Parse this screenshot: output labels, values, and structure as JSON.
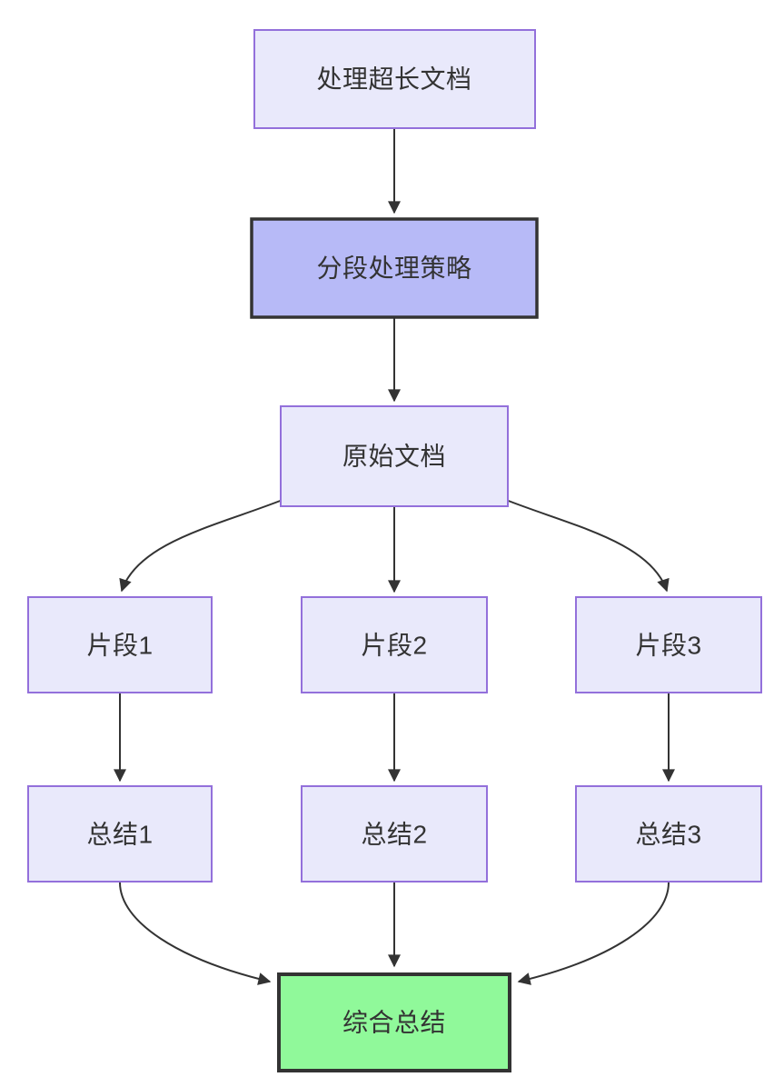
{
  "diagram": {
    "type": "flowchart",
    "direction": "top-down",
    "background_color": "#ffffff",
    "colors": {
      "default_node_fill": "#E9E9FB",
      "default_node_border": "#9370DB",
      "strategy_node_fill": "#B7BAF7",
      "strategy_node_border": "#333333",
      "result_node_fill": "#90F99A",
      "result_node_border": "#333333",
      "edge_color": "#333333",
      "text_color": "#333333"
    },
    "nodes": {
      "doc": {
        "label": "处理超长文档",
        "style": "default"
      },
      "strategy": {
        "label": "分段处理策略",
        "style": "highlight-purple"
      },
      "original": {
        "label": "原始文档",
        "style": "default"
      },
      "seg1": {
        "label": "片段1",
        "style": "default"
      },
      "seg2": {
        "label": "片段2",
        "style": "default"
      },
      "seg3": {
        "label": "片段3",
        "style": "default"
      },
      "sum1": {
        "label": "总结1",
        "style": "default"
      },
      "sum2": {
        "label": "总结2",
        "style": "default"
      },
      "sum3": {
        "label": "总结3",
        "style": "default"
      },
      "final": {
        "label": "综合总结",
        "style": "highlight-green"
      }
    },
    "edges": [
      {
        "from": "处理超长文档",
        "to": "分段处理策略"
      },
      {
        "from": "分段处理策略",
        "to": "原始文档"
      },
      {
        "from": "原始文档",
        "to": "片段1"
      },
      {
        "from": "原始文档",
        "to": "片段2"
      },
      {
        "from": "原始文档",
        "to": "片段3"
      },
      {
        "from": "片段1",
        "to": "总结1"
      },
      {
        "from": "片段2",
        "to": "总结2"
      },
      {
        "from": "片段3",
        "to": "总结3"
      },
      {
        "from": "总结1",
        "to": "综合总结"
      },
      {
        "from": "总结2",
        "to": "综合总结"
      },
      {
        "from": "总结3",
        "to": "综合总结"
      }
    ]
  }
}
